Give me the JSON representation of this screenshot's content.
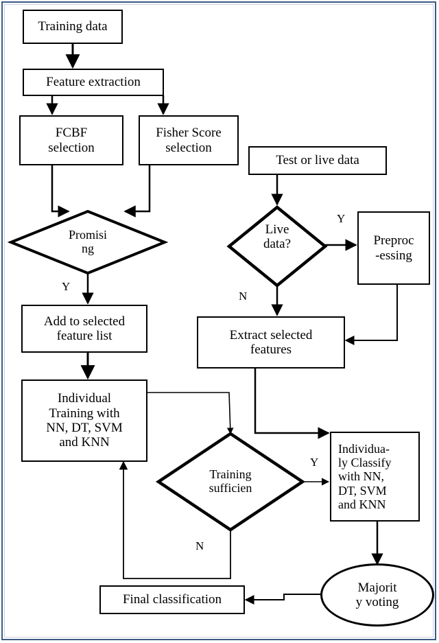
{
  "diagram": {
    "type": "flowchart",
    "title": "Machine learning feature selection and classification pipeline",
    "frame_color": "#3c5a84",
    "node_color": "#000000",
    "background": "#ffffff",
    "nodes": [
      {
        "id": "training-data",
        "shape": "box",
        "label": "Training data"
      },
      {
        "id": "feature-extraction",
        "shape": "box",
        "label": "Feature extraction"
      },
      {
        "id": "fcbf-selection",
        "shape": "box",
        "label": "FCBF\nselection"
      },
      {
        "id": "fisher-score",
        "shape": "box",
        "label": "Fisher Score\nselection"
      },
      {
        "id": "promising",
        "shape": "diamond",
        "label": "Promisi\nng"
      },
      {
        "id": "add-selected-feature",
        "shape": "box",
        "label": "Add to selected\nfeature list"
      },
      {
        "id": "individual-training",
        "shape": "box",
        "label": "Individual\nTraining with\nNN, DT, SVM\nand KNN"
      },
      {
        "id": "test-or-live-data",
        "shape": "box",
        "label": "Test or live data"
      },
      {
        "id": "live-data",
        "shape": "diamond",
        "label": "Live\ndata?"
      },
      {
        "id": "preprocessing",
        "shape": "box",
        "label": "Preproc\n-essing"
      },
      {
        "id": "extract-selected",
        "shape": "box",
        "label": "Extract selected\nfeatures"
      },
      {
        "id": "training-sufficient",
        "shape": "diamond",
        "label": "Training\nsufficien"
      },
      {
        "id": "individually-classify",
        "shape": "box",
        "label": "Individua-\nly Classify\nwith NN,\nDT, SVM\nand KNN"
      },
      {
        "id": "majority-voting",
        "shape": "ellipse",
        "label": "Majorit\ny voting"
      },
      {
        "id": "final-classification",
        "shape": "box",
        "label": "Final classification"
      }
    ],
    "edge_labels": [
      {
        "id": "promising-yes",
        "text": "Y",
        "from": "promising",
        "to": "add-selected-feature"
      },
      {
        "id": "live-data-yes",
        "text": "Y",
        "from": "live-data",
        "to": "preprocessing"
      },
      {
        "id": "live-data-no",
        "text": "N",
        "from": "live-data",
        "to": "extract-selected"
      },
      {
        "id": "training-yes",
        "text": "Y",
        "from": "training-sufficient",
        "to": "individually-classify"
      },
      {
        "id": "training-no",
        "text": "N",
        "from": "training-sufficient",
        "to": "individual-training"
      }
    ]
  }
}
